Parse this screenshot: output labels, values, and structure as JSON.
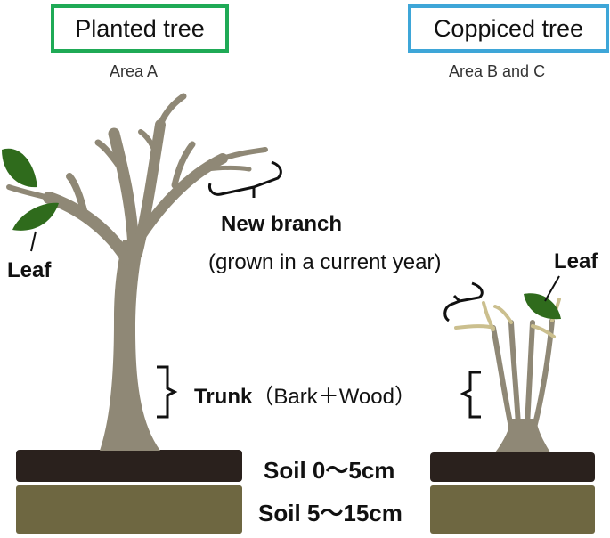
{
  "planted": {
    "title": "Planted tree",
    "area": "Area A"
  },
  "coppiced": {
    "title": "Coppiced tree",
    "area": "Area B and C"
  },
  "labels": {
    "leaf_left": "Leaf",
    "leaf_right": "Leaf",
    "new_branch": "New branch",
    "new_branch_note": "(grown in a current year)",
    "trunk": "Trunk",
    "trunk_note": "（Bark＋Wood）"
  },
  "soil": {
    "top": "Soil 0～5cm",
    "bottom": "Soil 5～15cm"
  },
  "colors": {
    "planted_box": "#1faa56",
    "coppiced_box": "#3ea6d8",
    "trunk": "#8f8876",
    "young_stem": "#cbbf8e",
    "leaf": "#2f6b1c",
    "soil_top": "#2a211d",
    "soil_bottom": "#6e6741"
  }
}
